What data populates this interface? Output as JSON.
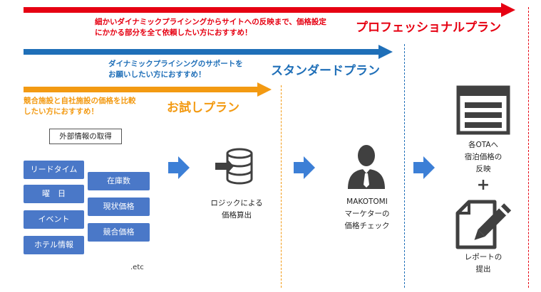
{
  "colors": {
    "pro": "#e60012",
    "standard": "#1f6fb8",
    "trial": "#f39a12",
    "tag": "#4a78c8",
    "flow_arrow": "#3c7fd6",
    "icon": "#404040"
  },
  "plans": {
    "pro": {
      "name": "プロフェッショナルプラン",
      "desc_line1": "細かいダイナミックプライシングからサイトへの反映まで、価格設定",
      "desc_line2": "にかかる部分を全て依頼したい方におすすめ！"
    },
    "standard": {
      "name": "スタンダードプラン",
      "desc_line1": "ダイナミックプライシングのサポートを",
      "desc_line2": "お願いしたい方におすすめ！"
    },
    "trial": {
      "name": "お試しプラン",
      "desc_line1": "競合施設と自社施設の価格を比較",
      "desc_line2": "したい方におすすめ！"
    }
  },
  "inputs": {
    "title": "外部情報の取得",
    "left_tags": [
      "リードタイム",
      "曜　日",
      "イベント",
      "ホテル情報"
    ],
    "right_tags": [
      "在庫数",
      "現状価格",
      "競合価格"
    ],
    "etc": ".etc"
  },
  "steps": {
    "logic": {
      "icon": "database-icon",
      "line1": "ロジックによる",
      "line2": "価格算出"
    },
    "marketer": {
      "icon": "person-icon",
      "line1": "MAKOTOMI",
      "line2": "マーケターの",
      "line3": "価格チェック"
    },
    "ota": {
      "icon": "webpage-icon",
      "line1": "各OTAへ",
      "line2": "宿泊価格の",
      "line3": "反映"
    },
    "plus": "+",
    "report": {
      "icon": "edit-document-icon",
      "line1": "レポートの",
      "line2": "提出"
    }
  }
}
